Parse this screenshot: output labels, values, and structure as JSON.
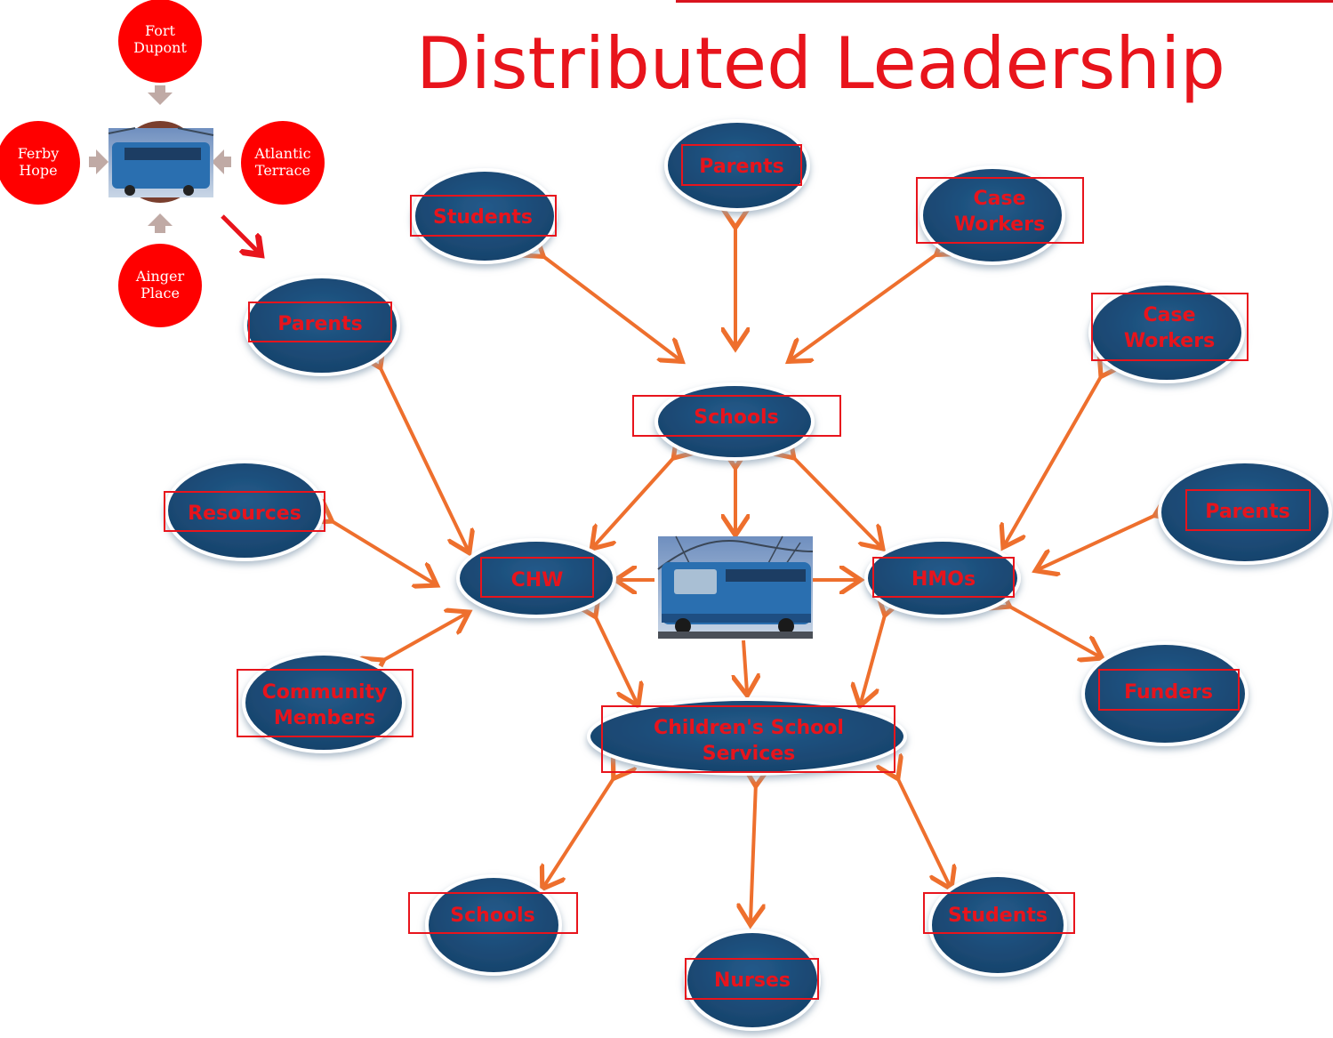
{
  "title": "Distributed Leadership",
  "colors": {
    "title": "#e8141c",
    "node_fill": "#1f4e79",
    "node_label": "#e8141c",
    "arrow": "#ee6f2d",
    "circle": "#ff0000",
    "label_box": "#e8141c"
  },
  "inset": {
    "circles": {
      "top": "Fort Dupont",
      "left": "Ferby Hope",
      "right": "Atlantic Terrace",
      "bottom": "Ainger Place"
    },
    "center_image": "mobile-health-bus-photo"
  },
  "nodes": {
    "parents_top": "Parents",
    "students_top": "Students",
    "case_workers_top": "Case Workers",
    "parents_left": "Parents",
    "case_workers_right": "Case Workers",
    "schools_center": "Schools",
    "resources": "Resources",
    "chw": "CHW",
    "hmos": "HMOs",
    "parents_right": "Parents",
    "community_members": "Community Members",
    "funders": "Funders",
    "childrens_school_services": "Children's School Services",
    "schools_bottom": "Schools",
    "nurses": "Nurses",
    "students_bottom": "Students"
  },
  "center_image": "mobile-health-bus-photo"
}
